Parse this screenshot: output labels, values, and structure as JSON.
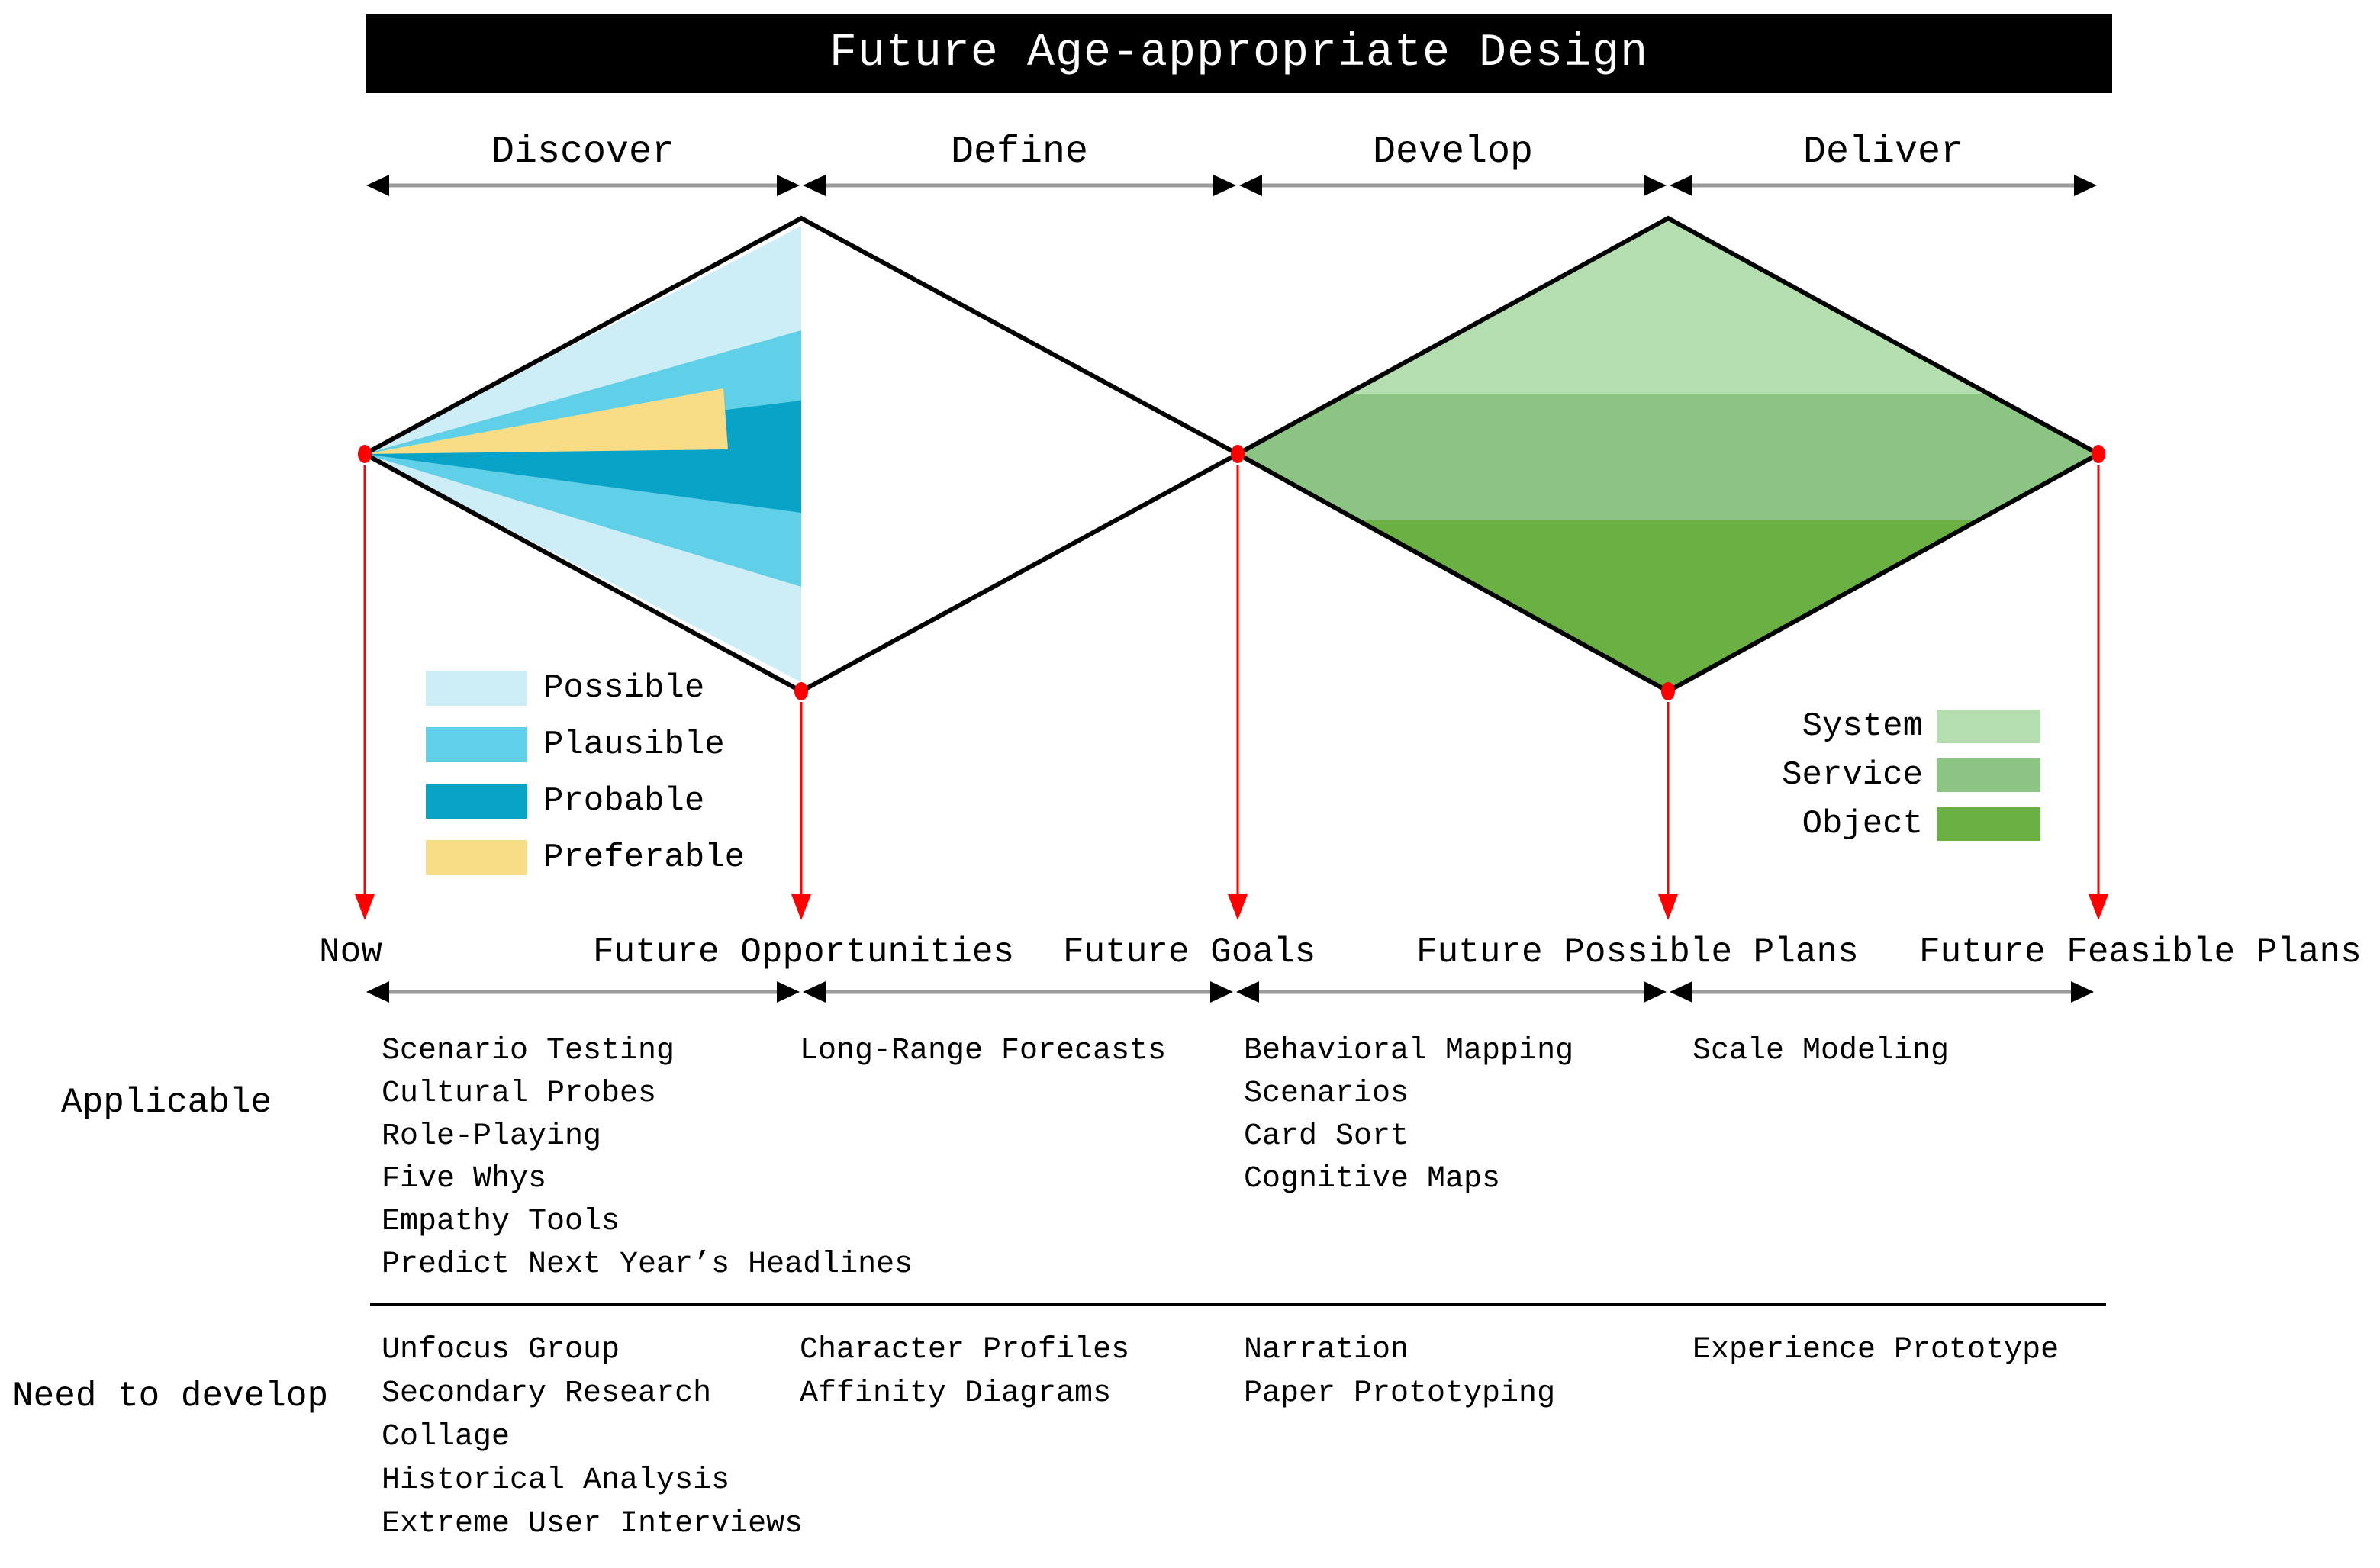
{
  "title": "Future Age-appropriate Design",
  "phases": [
    "Discover",
    "Define",
    "Develop",
    "Deliver"
  ],
  "futures_legend": {
    "items": [
      {
        "label": "Possible",
        "color": "#cdeef7"
      },
      {
        "label": "Plausible",
        "color": "#5fd0e8"
      },
      {
        "label": "Probable",
        "color": "#0aa3c8"
      },
      {
        "label": "Preferable",
        "color": "#f8dc86"
      }
    ]
  },
  "levels_legend": {
    "items": [
      {
        "label": "System",
        "color": "#b5deb0"
      },
      {
        "label": "Service",
        "color": "#8cc483"
      },
      {
        "label": "Object",
        "color": "#6ab043"
      }
    ]
  },
  "timeline_labels": [
    "Now",
    "Future Opportunities",
    "Future Goals",
    "Future Possible Plans",
    "Future Feasible Plans"
  ],
  "rows": {
    "applicable": {
      "label": "Applicable",
      "columns": [
        [
          "Scenario Testing",
          "Cultural Probes",
          "Role-Playing",
          "Five Whys",
          "Empathy Tools",
          "Predict Next Year’s Headlines"
        ],
        [
          "Long-Range Forecasts"
        ],
        [
          "Behavioral Mapping",
          "Scenarios",
          "Card Sort",
          "Cognitive Maps"
        ],
        [
          "Scale Modeling"
        ]
      ]
    },
    "need_to_develop": {
      "label": "Need to develop",
      "columns": [
        [
          "Unfocus Group",
          "Secondary Research",
          "Collage",
          "Historical Analysis",
          "Extreme User Interviews"
        ],
        [
          "Character Profiles",
          "Affinity Diagrams"
        ],
        [
          "Narration",
          "Paper Prototyping"
        ],
        [
          "Experience Prototype"
        ]
      ]
    }
  },
  "palette": {
    "marker_red": "#ff0000",
    "arrow_line_gray": "#9b9b9b",
    "outline_black": "#000000",
    "title_bar_bg": "#000000",
    "title_text": "#ffffff"
  }
}
